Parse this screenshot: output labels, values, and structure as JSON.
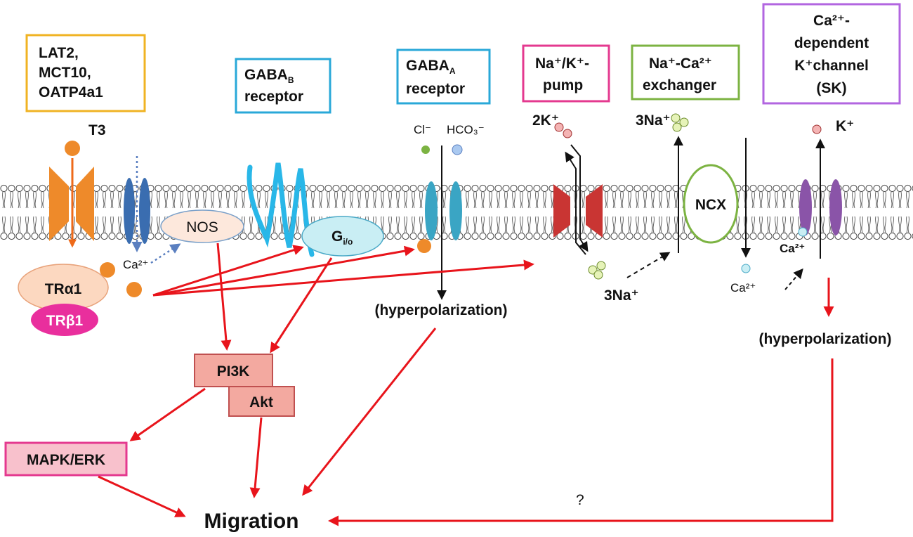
{
  "boxes": {
    "transporters": {
      "lines": [
        "LAT2,",
        "MCT10,",
        "OATP4a1"
      ],
      "color": "#f0b323"
    },
    "gabab": {
      "main": "GABA",
      "sub": "B",
      "line2": "receptor",
      "color": "#29a8d8"
    },
    "gabaa": {
      "main": "GABA",
      "sub": "A",
      "line2": "receptor",
      "color": "#29a8d8"
    },
    "nak": {
      "line1": "Na⁺/K⁺-",
      "line2": "pump",
      "color": "#e4398f"
    },
    "ncx": {
      "line1": "Na⁺-Ca²⁺",
      "line2": "exchanger",
      "color": "#7cb342"
    },
    "sk": {
      "line1": "Ca²⁺-",
      "line2": "dependent",
      "line3": "K⁺channel",
      "line4": "(SK)",
      "color": "#b266e0"
    }
  },
  "labels": {
    "t3": "T3",
    "ca_left": "Ca²⁺",
    "nos": "NOS",
    "gio_main": "G",
    "gio_sub": "i/o",
    "tra1": "TRα1",
    "trb1": "TRβ1",
    "cl": "Cl⁻",
    "hco3": "HCO₃⁻",
    "two_k": "2K⁺",
    "three_na_top": "3Na⁺",
    "three_na_bottom": "3Na⁺",
    "ncx_label": "NCX",
    "k_top": "K⁺",
    "ca_sk": "Ca²⁺",
    "ca_ncx": "Ca²⁺",
    "hyper_left": "(hyperpolarization)",
    "hyper_right": "(hyperpolarization)",
    "pi3k": "PI3K",
    "akt": "Akt",
    "mapk": "MAPK/ERK",
    "migration": "Migration",
    "question": "?"
  },
  "colors": {
    "arrow": "#e8141b",
    "t3_ball": "#ee8a2a",
    "pump": "#c93533",
    "gaba_channel": "#3aa5c4",
    "sk_channel": "#8a54a8",
    "ca_channel": "#3a6db0",
    "nos_fill": "#fde8dc",
    "gio_fill": "#c9eef4",
    "tra1_fill": "#fcd8c0",
    "trb1_fill": "#e92f9d",
    "pi3k_fill": "#f3a9a0",
    "mapk_fill": "#f8c1cc"
  }
}
